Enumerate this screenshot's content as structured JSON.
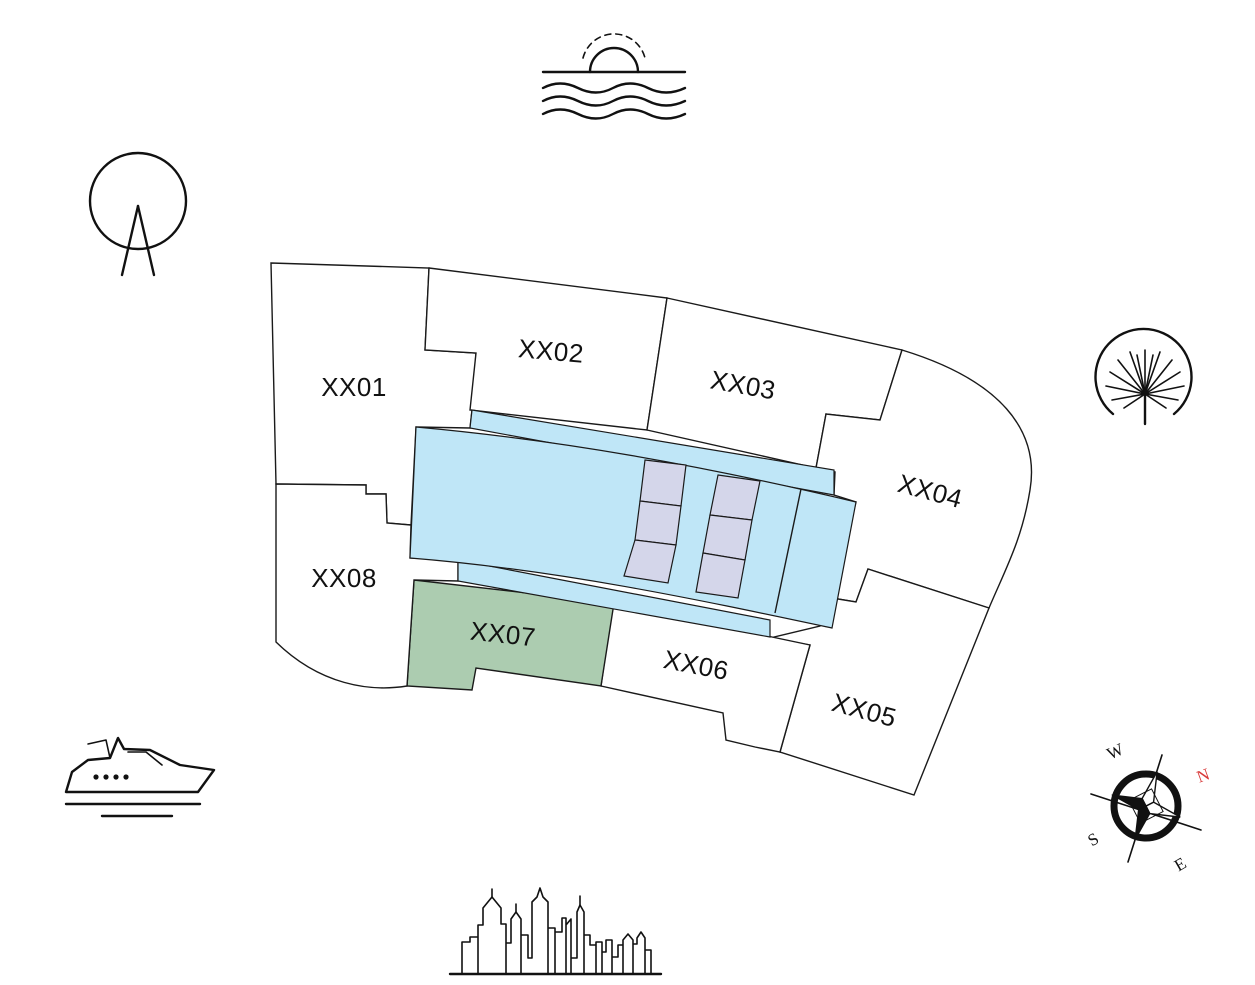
{
  "colors": {
    "unit_fill": "#ffffff",
    "selected_fill": "#acccb0",
    "core_fill": "#bfe6f7",
    "lift_fill": "#d4d6ea",
    "north_color": "#d93a3a"
  },
  "units": [
    {
      "id": "XX01",
      "label": "XX01",
      "selected": false
    },
    {
      "id": "XX02",
      "label": "XX02",
      "selected": false
    },
    {
      "id": "XX03",
      "label": "XX03",
      "selected": false
    },
    {
      "id": "XX04",
      "label": "XX04",
      "selected": false
    },
    {
      "id": "XX05",
      "label": "XX05",
      "selected": false
    },
    {
      "id": "XX06",
      "label": "XX06",
      "selected": false
    },
    {
      "id": "XX07",
      "label": "XX07",
      "selected": true
    },
    {
      "id": "XX08",
      "label": "XX08",
      "selected": false
    }
  ],
  "compass": {
    "n": "N",
    "e": "E",
    "s": "S",
    "w": "W"
  },
  "landmark_icons": [
    "sea-sunset-icon",
    "observation-wheel-icon",
    "palm-island-icon",
    "yacht-icon",
    "compass-rose-icon",
    "city-skyline-icon"
  ]
}
